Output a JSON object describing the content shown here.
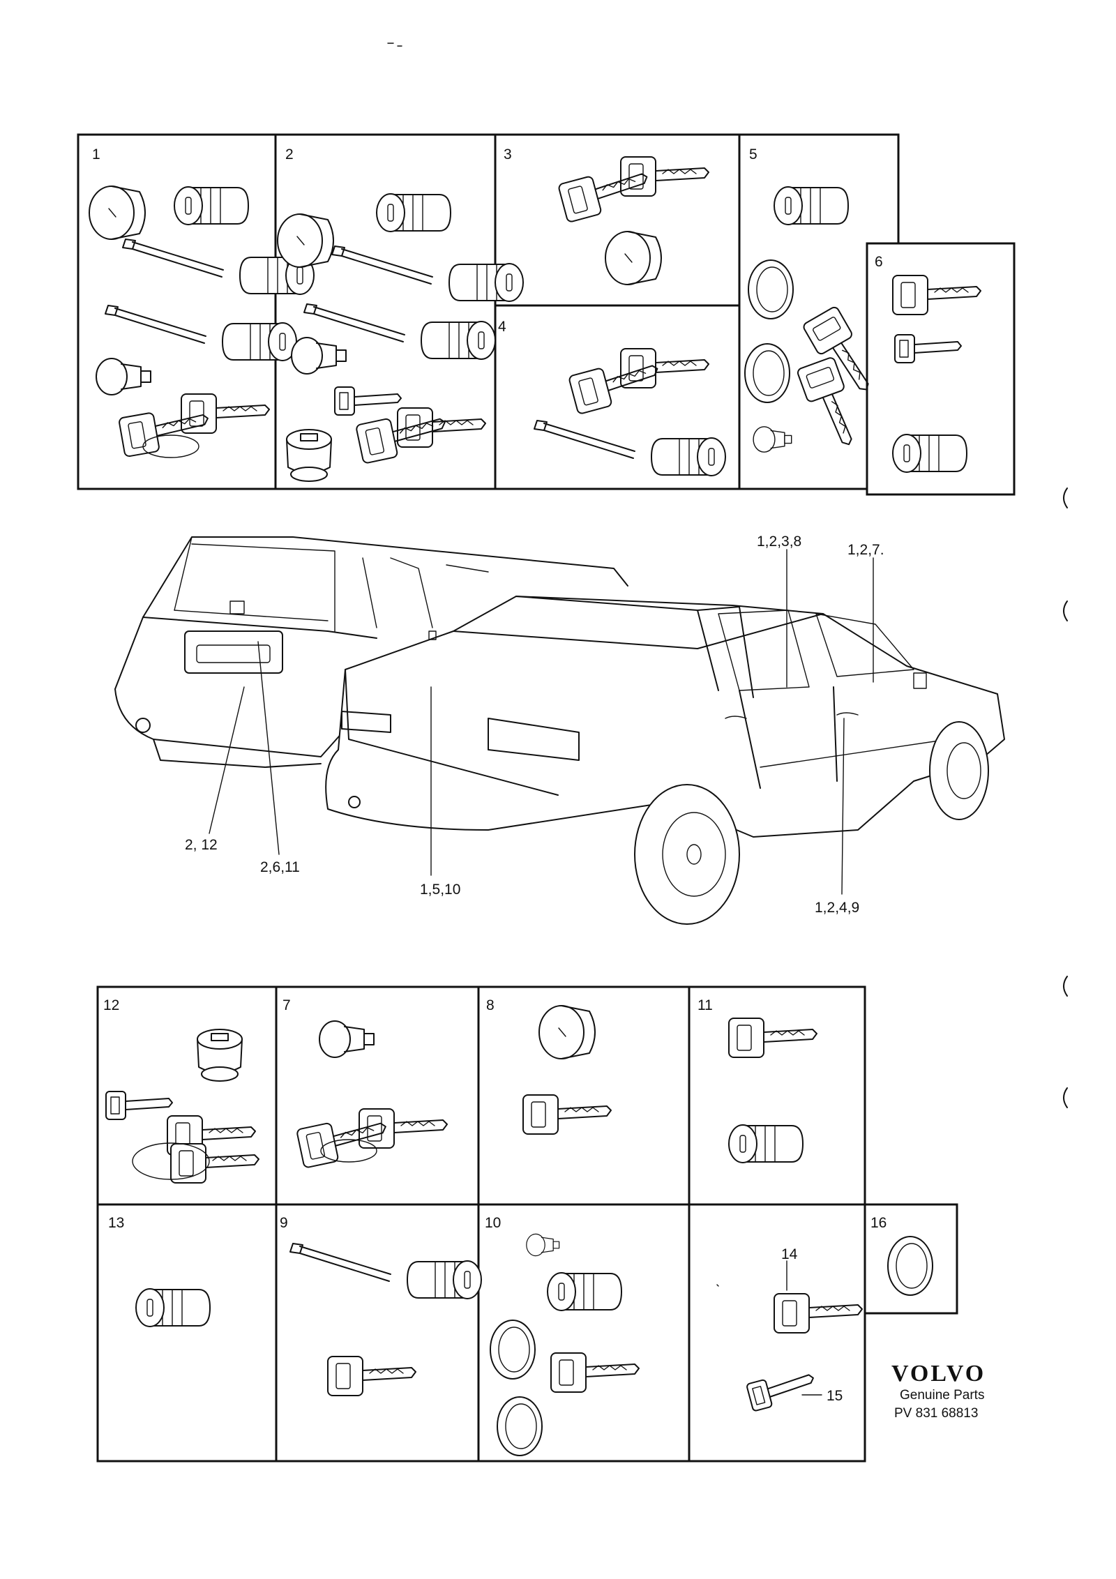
{
  "panels": {
    "p1": "1",
    "p2": "2",
    "p3": "3",
    "p4": "4",
    "p5": "5",
    "p6": "6",
    "p7": "7",
    "p8": "8",
    "p9": "9",
    "p10": "10",
    "p11": "11",
    "p12": "12",
    "p13": "13",
    "p16": "16"
  },
  "callouts": {
    "c1238": "1,2,3,8",
    "c127": "1,2,7.",
    "c212": "2, 12",
    "c2611": "2,6,11",
    "c1510": "1,5,10",
    "c1249": "1,2,4,9",
    "c14": "14",
    "c15": "15"
  },
  "footer": {
    "brand": "VOLVO",
    "subtitle": "Genuine Parts",
    "part_no": "PV 831 68813"
  }
}
